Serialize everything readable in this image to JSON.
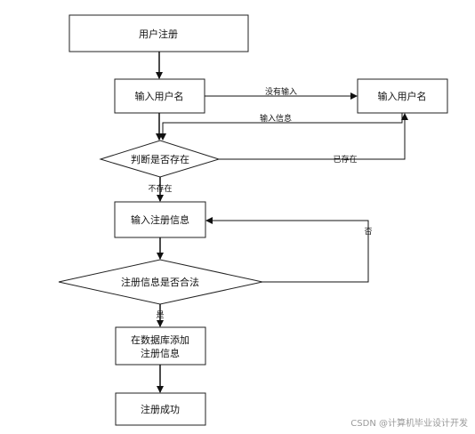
{
  "flowchart": {
    "nodes": {
      "user_register": "用户注册",
      "input_username": "输入用户名",
      "input_username_retry": "输入用户名",
      "check_exists": "判断是否存在",
      "input_reg_info": "输入注册信息",
      "check_valid": "注册信息是否合法",
      "db_add_line1": "在数据库添加",
      "db_add_line2": "注册信息",
      "reg_success": "注册成功"
    },
    "edges": {
      "no_input": "没有输入",
      "input_info": "输入信息",
      "already_exists": "已存在",
      "not_exists": "不存在",
      "no": "否",
      "yes": "是"
    }
  },
  "watermark": "CSDN @计算机毕业设计开发"
}
